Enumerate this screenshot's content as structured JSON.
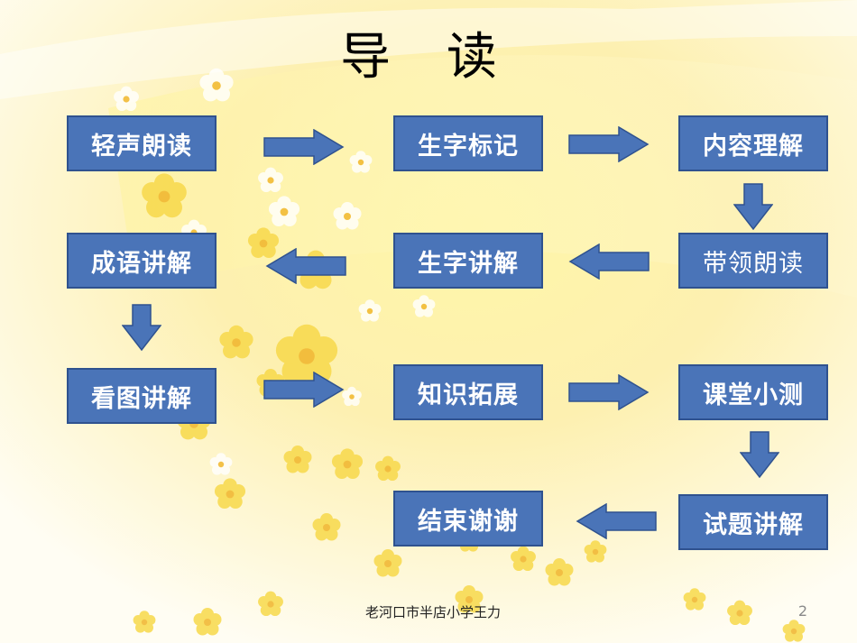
{
  "slide": {
    "title": "导 读",
    "steps": [
      "轻声朗读",
      "生字标记",
      "内容理解",
      "带领朗读",
      "生字讲解",
      "成语讲解",
      "看图讲解",
      "知识拓展",
      "课堂小测",
      "试题讲解",
      "结束谢谢"
    ],
    "footer": "老河口市半店小学王力",
    "page_number": "2"
  },
  "colors": {
    "box_fill": "#4a74b8",
    "box_border": "#2f528f",
    "arrow_fill": "#4a74b8",
    "background": "#fefbe8",
    "flower": "#f7d84a"
  }
}
